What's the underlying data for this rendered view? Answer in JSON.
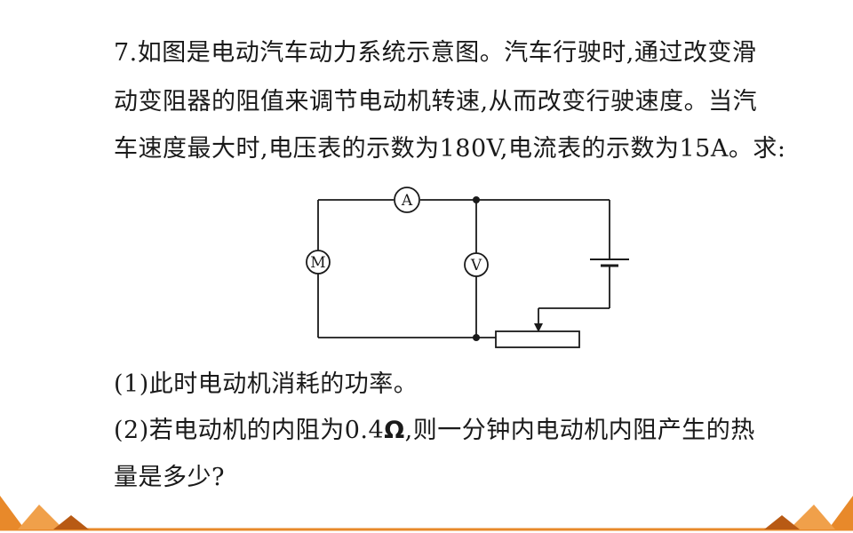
{
  "question": {
    "line1": "7.如图是电动汽车动力系统示意图。汽车行驶时,通过改变滑",
    "line2": "动变阻器的阻值来调节电动机转速,从而改变行驶速度。当汽",
    "line3": "车速度最大时,电压表的示数为180V,电流表的示数为15A。求:"
  },
  "parts": {
    "p1": "(1)此时电动机消耗的功率。",
    "p2_before": "(2)若电动机的内阻为0.4",
    "p2_omega": "Ω",
    "p2_after": ",则一分钟内电动机内阻产生的热",
    "p2_line2": "量是多少?"
  },
  "diagram": {
    "ammeter": "A",
    "motor": "M",
    "voltmeter": "V"
  },
  "colors": {
    "text": "#1a1a1a",
    "deco_orange": "#e8892a",
    "deco_dark": "#b85a14"
  }
}
